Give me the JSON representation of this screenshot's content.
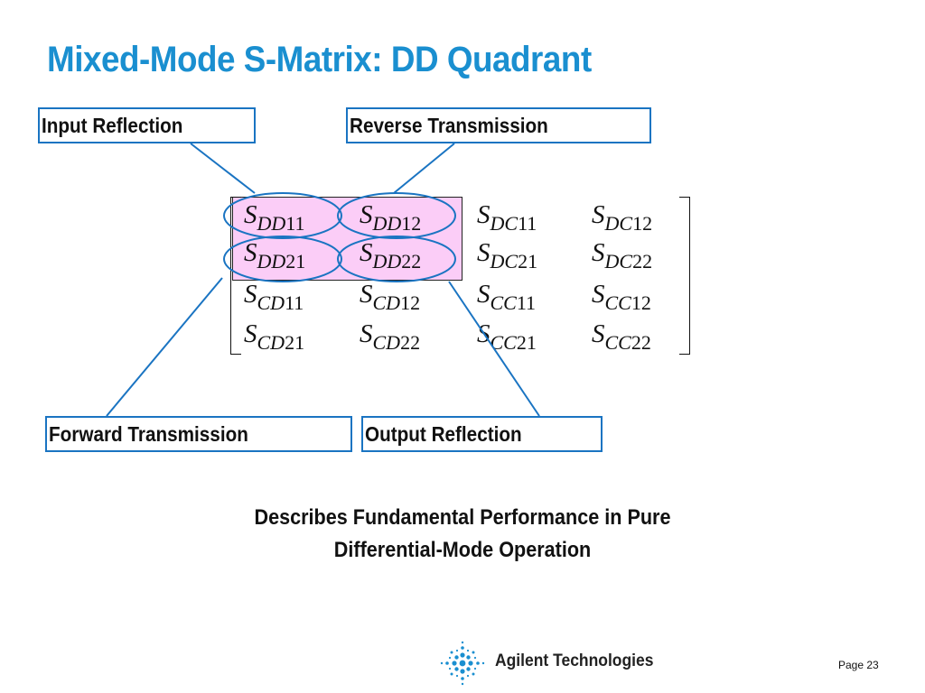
{
  "slide": {
    "title": "Mixed-Mode S-Matrix: DD Quadrant",
    "labels": {
      "input_reflection": "Input Reflection",
      "reverse_transmission": "Reverse Transmission",
      "forward_transmission": "Forward Transmission",
      "output_reflection": "Output Reflection"
    },
    "matrix": {
      "symbol": "S",
      "rows": [
        [
          {
            "mode": "DD",
            "idx": "11"
          },
          {
            "mode": "DD",
            "idx": "12"
          },
          {
            "mode": "DC",
            "idx": "11"
          },
          {
            "mode": "DC",
            "idx": "12"
          }
        ],
        [
          {
            "mode": "DD",
            "idx": "21"
          },
          {
            "mode": "DD",
            "idx": "22"
          },
          {
            "mode": "DC",
            "idx": "21"
          },
          {
            "mode": "DC",
            "idx": "22"
          }
        ],
        [
          {
            "mode": "CD",
            "idx": "11"
          },
          {
            "mode": "CD",
            "idx": "12"
          },
          {
            "mode": "CC",
            "idx": "11"
          },
          {
            "mode": "CC",
            "idx": "12"
          }
        ],
        [
          {
            "mode": "CD",
            "idx": "21"
          },
          {
            "mode": "CD",
            "idx": "22"
          },
          {
            "mode": "CC",
            "idx": "21"
          },
          {
            "mode": "CC",
            "idx": "22"
          }
        ]
      ]
    },
    "caption": {
      "line1": "Describes Fundamental Performance in Pure",
      "line2": "Differential-Mode Operation"
    },
    "footer": {
      "company": "Agilent Technologies",
      "logo_icon": "agilent-spark-icon",
      "page": "Page 23"
    },
    "colors": {
      "title": "#1a8fd0",
      "accent": "#1a74c2",
      "quadrant_fill": "#fbcdf7"
    }
  }
}
